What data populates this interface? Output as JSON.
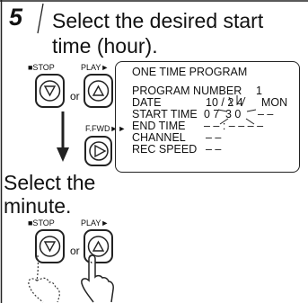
{
  "step": {
    "number": "5",
    "instruction_line1": "Select the desired start",
    "instruction_line2": "time (hour).",
    "instruction2_line1": "Select the",
    "instruction2_line2": "minute."
  },
  "buttons": {
    "stop_label": "■STOP",
    "play_label": "PLAY►",
    "ffwd_label": "F.FWD►►",
    "or_text": "or"
  },
  "screen": {
    "title": "ONE TIME PROGRAM",
    "program_number_label": "PROGRAM NUMBER",
    "program_number_value": "1",
    "date_label": "DATE",
    "date_value": "10 / 2 4",
    "date_day": "MON",
    "start_time_label": "START TIME",
    "start_time_hour": "0 7",
    "start_time_minute": "3 0",
    "start_time_end": "– –",
    "end_time_label": "END   TIME",
    "end_time_value": "– – : – –   – –",
    "channel_label": "CHANNEL",
    "channel_value": "– –",
    "rec_speed_label": "REC SPEED",
    "rec_speed_value": "– –"
  },
  "colors": {
    "ink": "#111111",
    "background": "#ffffff"
  }
}
